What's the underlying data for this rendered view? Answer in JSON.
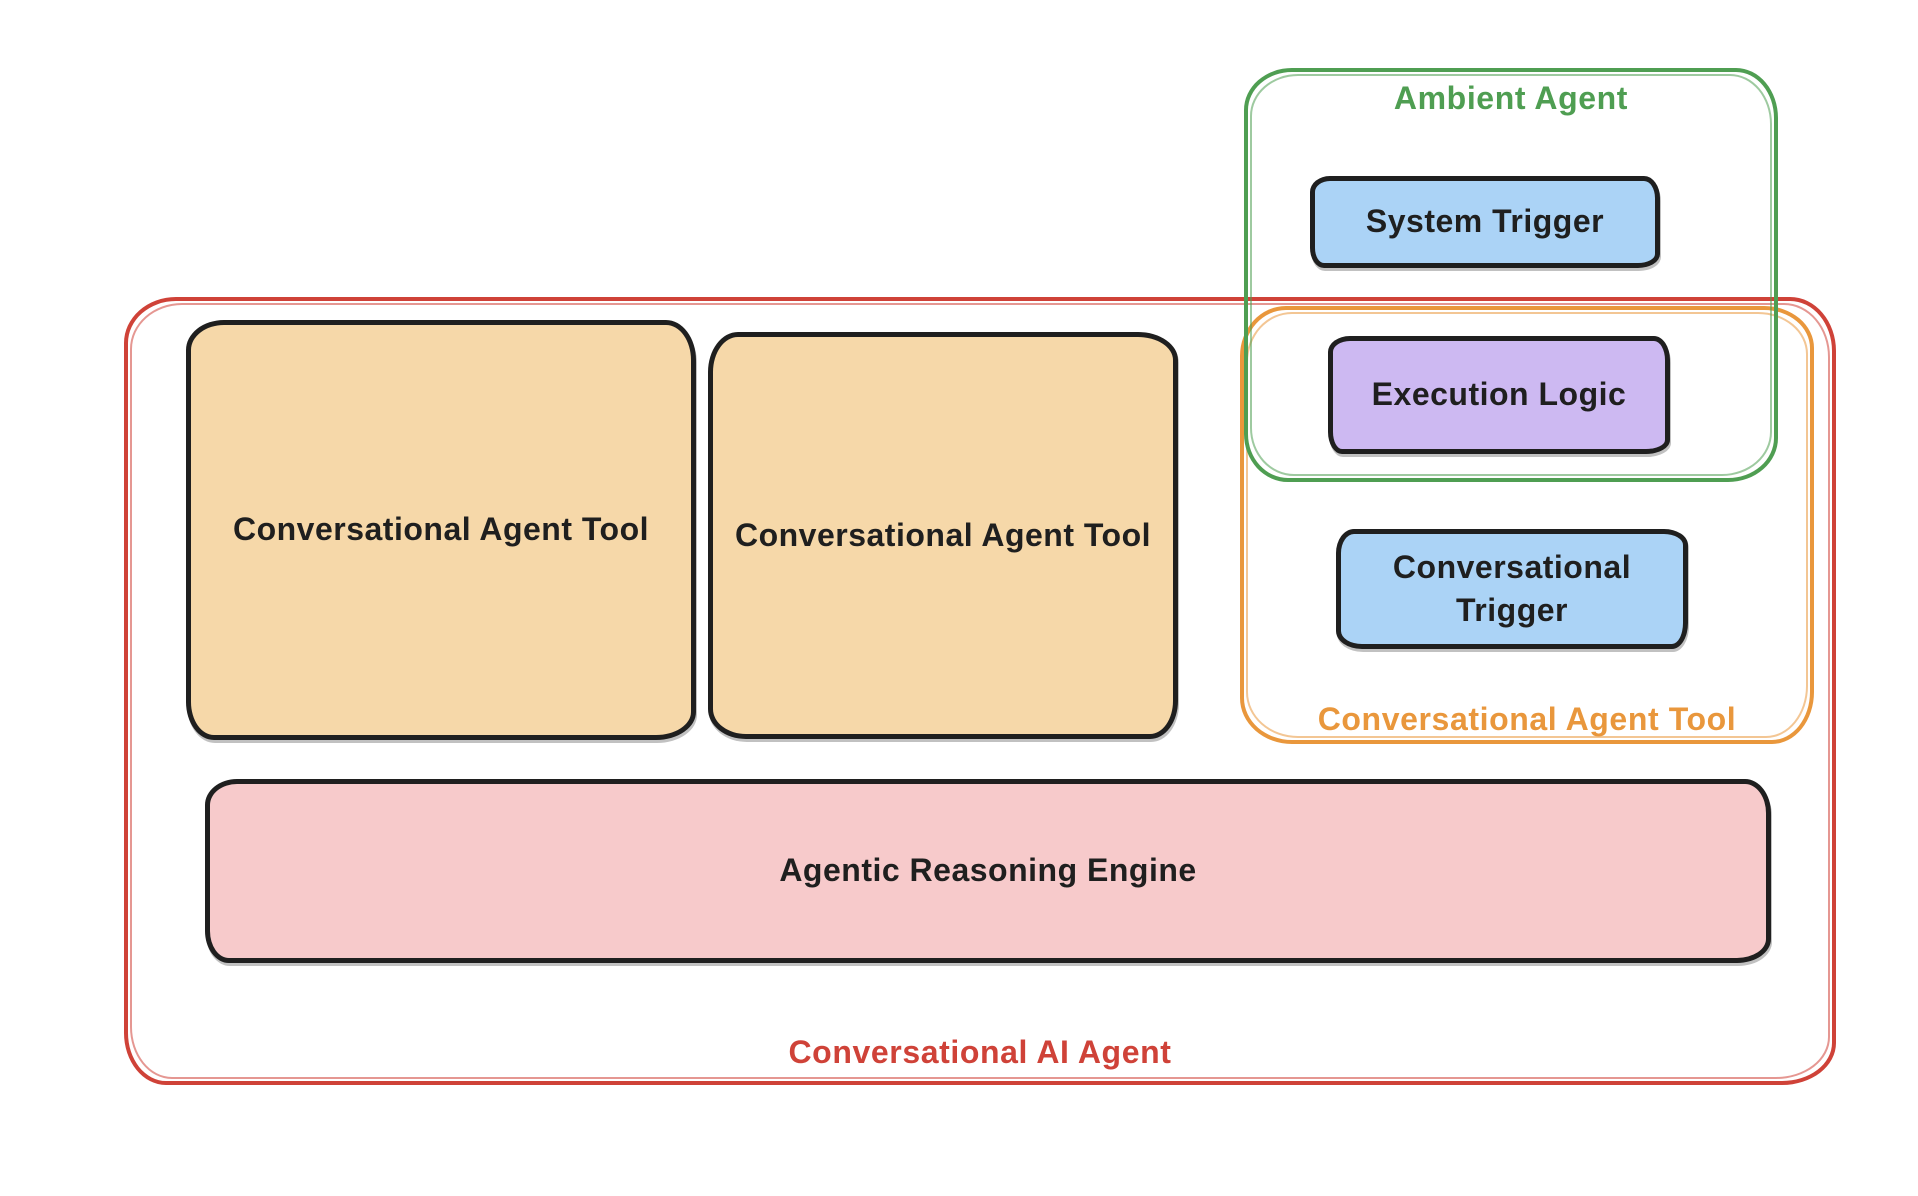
{
  "diagram": {
    "background": "#ffffff",
    "text_color": "#1f1f1f",
    "containers": {
      "conversational_ai_agent": {
        "label": "Conversational AI Agent",
        "stroke": "#cf4238"
      },
      "ambient_agent": {
        "label": "Ambient Agent",
        "stroke": "#4f9e52"
      },
      "conversational_agent_tool": {
        "label": "Conversational Agent Tool",
        "stroke": "#e9973c"
      }
    },
    "nodes": {
      "tool_left": {
        "label": "Conversational Agent Tool",
        "fill": "#f6d8a9",
        "stroke": "#1f1f1f"
      },
      "tool_middle": {
        "label": "Conversational Agent Tool",
        "fill": "#f6d8a9",
        "stroke": "#1f1f1f"
      },
      "system_trigger": {
        "label": "System Trigger",
        "fill": "#abd3f6",
        "stroke": "#1f1f1f"
      },
      "execution_logic": {
        "label": "Execution Logic",
        "fill": "#cdb9f2",
        "stroke": "#1f1f1f"
      },
      "conversational_trigger": {
        "label": "Conversational Trigger",
        "fill": "#abd3f6",
        "stroke": "#1f1f1f"
      },
      "agentic_reasoning_engine": {
        "label": "Agentic Reasoning Engine",
        "fill": "#f7cacb",
        "stroke": "#1f1f1f"
      }
    }
  }
}
